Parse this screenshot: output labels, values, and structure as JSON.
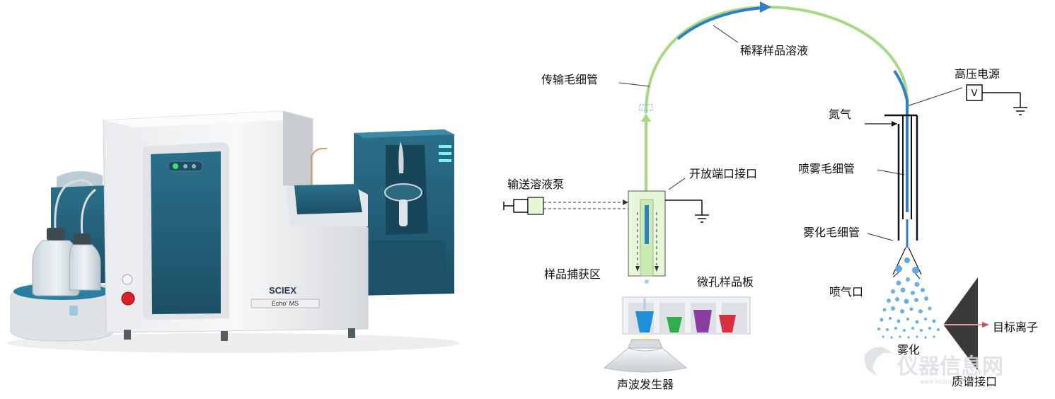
{
  "instrument": {
    "brand": "SCIEX",
    "model": "Echo' MS"
  },
  "diagram": {
    "labels": {
      "transfer_capillary": "传输毛细管",
      "diluted_sample": "稀释样品溶液",
      "hv_supply": "高压电源",
      "hv_symbol": "V",
      "nitrogen": "氮气",
      "spray_capillary": "喷雾毛细管",
      "pump": "输送溶液泵",
      "open_port": "开放端口接口",
      "nebulizer_capillary": "雾化毛细管",
      "capture_zone": "样品捕获区",
      "microplate": "微孔样品板",
      "gas_nozzle": "喷气口",
      "target_ions": "目标离子",
      "nebulization": "雾化",
      "acoustic_transducer": "声波发生器",
      "ms_interface": "质谱接口"
    },
    "colors": {
      "transfer_line": "#a8d882",
      "sample_plug": "#2f7fc8",
      "well_colors": [
        "#1f8fd8",
        "#2fae4a",
        "#8a3fa0",
        "#d83040"
      ]
    }
  },
  "watermark": {
    "text": "仪器信息网",
    "url": "www.instrument.com.cn"
  }
}
